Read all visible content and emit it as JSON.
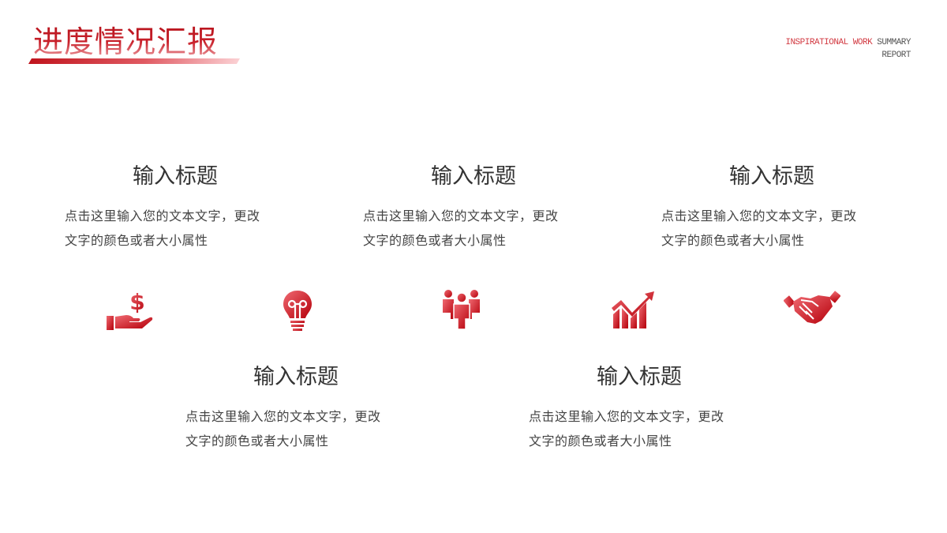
{
  "header": {
    "title": "进度情况汇报",
    "tagline_accent": "INSPIRATIONAL WORK",
    "tagline_rest": " SUMMARY",
    "tagline_line2": "REPORT"
  },
  "colors": {
    "accent": "#c0141d",
    "accent_light": "#f5b8bc",
    "text": "#333333"
  },
  "blocks": [
    {
      "title": "输入标题",
      "line1": "点击这里输入您的文本文字，更改",
      "line2": "文字的颜色或者大小属性"
    },
    {
      "title": "输入标题",
      "line1": "点击这里输入您的文本文字，更改",
      "line2": "文字的颜色或者大小属性"
    },
    {
      "title": "输入标题",
      "line1": "点击这里输入您的文本文字，更改",
      "line2": "文字的颜色或者大小属性"
    },
    {
      "title": "输入标题",
      "line1": "点击这里输入您的文本文字，更改",
      "line2": "文字的颜色或者大小属性"
    },
    {
      "title": "输入标题",
      "line1": "点击这里输入您的文本文字，更改",
      "line2": "文字的颜色或者大小属性"
    }
  ],
  "icons": [
    "money-hand-icon",
    "lightbulb-icon",
    "team-icon",
    "growth-chart-icon",
    "handshake-icon"
  ]
}
